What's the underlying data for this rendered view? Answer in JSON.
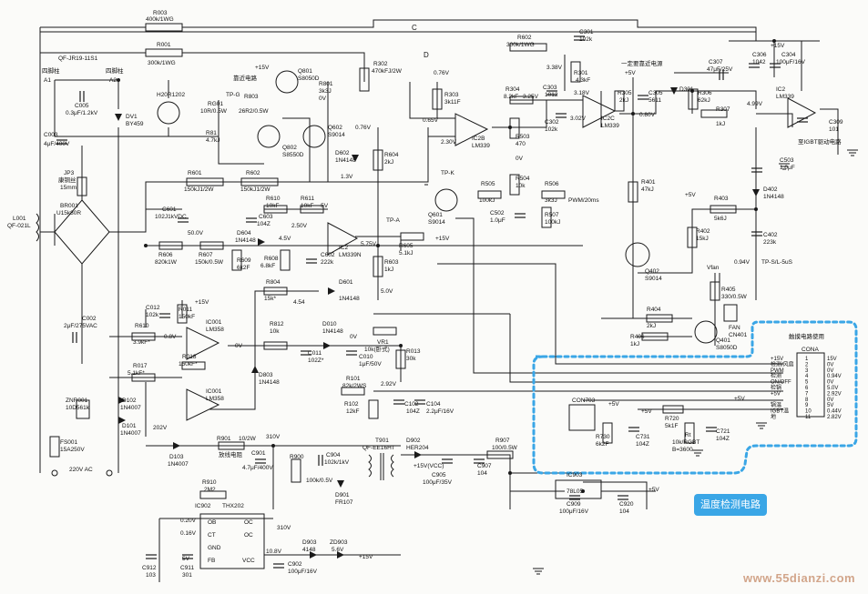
{
  "caption": {
    "temp_detect": "温度检测电路",
    "watermark": "www.55dianzi.com"
  },
  "labels": {
    "r003": "R003",
    "r003v": "400k/1WG",
    "r001": "R001",
    "r001v": "300k/1WG",
    "qf": "QF-JR19-11S1",
    "coil_a1": "A1",
    "coil_a2": "A2",
    "coil_a1c": "四脚柱",
    "coil_a2c": "四脚柱",
    "c005": "C005",
    "c005v": "0.3μF/1.2kV",
    "h20": "H20R1202",
    "dv1": "DV1",
    "dv1v": "BY459",
    "c003": "C003",
    "c003v": "4μF/400V",
    "jp3": "JP3",
    "jp3v": "康铜丝",
    "jp3l": "15mm",
    "l001": "L001",
    "l001v": "QF-021L",
    "br001": "BR001",
    "br001v": "U15k80R",
    "c002": "C002",
    "c002v": "2μF/275VAC",
    "znr": "ZNR001",
    "znrv": "10D561k",
    "fs001": "FS001",
    "fs001v": "15A250V",
    "ac": "220V AC",
    "r801": "R801",
    "r801v": "3k3J",
    "r801o": "0V",
    "q801": "Q801",
    "q801v": "S8050D",
    "q801c": "靠近电路",
    "r803": "R803",
    "r803v": "26R2/0.5W",
    "q802": "Q802",
    "q802v": "S8550D",
    "rg01": "RG01",
    "rg01v": "10R/0.5W",
    "tpg": "TP-G",
    "r81": "R81",
    "r81v": "4.7kJ",
    "q602": "Q602",
    "q602v": "S9014",
    "p15v": "+15V",
    "r302": "R302",
    "r302v": "470kFJ/2W",
    "d": "D",
    "c": "C",
    "r303": "R303",
    "r303v": "3k11F",
    "ic2b": "IC2B",
    "ic2bv": "LM339",
    "v076": "0.76V",
    "v065": "0.65V",
    "v230": "2.30V",
    "r304": "R304",
    "r304v": "8.2kF",
    "v325": "3.25V",
    "c303": "C303",
    "c303v": "1012",
    "r602": "R602",
    "r602v": "300k/1WG",
    "c301": "C301",
    "c301v": "102k",
    "v338": "3.38V",
    "r301": "R301",
    "r301v": "4.3kF",
    "ic2c": "IC2C",
    "ic2cv": "LM339",
    "v318": "3.18V",
    "v302": "3.02V",
    "c302": "C302",
    "c302v": "102k",
    "r503": "R503",
    "r503v": "470",
    "near": "一定要靠近电源",
    "p5v": "+5V",
    "r305": "R305",
    "r305v": "2kJ",
    "c305": "C305",
    "c305v": "5611",
    "d301": "D301",
    "d301v": "1N4148",
    "r306": "R306",
    "r306v": "62kJ",
    "c307": "C307",
    "c307v": "47μF/25V",
    "c306": "C306",
    "c306v": "1042",
    "c304": "C304",
    "c304v": "100μF/16V",
    "ic2": "IC2",
    "ic2v": "LM339",
    "r307": "R307",
    "r307v": "1kJ",
    "v499": "4.99V",
    "v080": "0.80V",
    "c309": "C309",
    "c309v": "101",
    "note_drive": "至IGBT驱动电路",
    "c503": "C503",
    "c503v": "1.0μF",
    "d402": "D402",
    "d402v": "1N4148",
    "r401": "R401",
    "r401v": "47kJ",
    "r403": "R403",
    "r403v": "5k6J",
    "r402": "R402",
    "r402v": "15kJ",
    "c402": "C402",
    "c402v": "223k",
    "q402": "Q402",
    "q402v": "S9014",
    "v094": "0.94V",
    "tps": "TP-S/L-5uS",
    "r405": "R405",
    "r405v": "330/0.5W",
    "vfan": "Vfan",
    "fan": "FAN",
    "cn401": "CN401",
    "r404": "R404",
    "r404v": "2kJ",
    "r406": "R406",
    "r406v": "1kJ",
    "q401": "Q401",
    "q401v": "S8050D",
    "r604": "R604",
    "r604v": "2kJ",
    "d602": "D602",
    "d602v": "1N4148",
    "v13": "1.3V",
    "tpk": "TP-K",
    "q601": "Q601",
    "q601v": "S9014",
    "r505": "R505",
    "r505v": "100kJ",
    "r506": "R506",
    "r506v": "3k3J",
    "pwm": "PWM/20ms",
    "c502": "C502",
    "c502v": "1.0μF",
    "r507": "R507",
    "r507v": "100kJ",
    "r504": "R504",
    "r504v": "10k",
    "r601": "R601",
    "r601v": "150kJ1/2W",
    "r602b": "R602",
    "r602bv": "150kJ1/2W",
    "r610": "R610",
    "r610v": "10kF",
    "r611": "R611",
    "r611v": "10kF",
    "c601": "C601",
    "c601v": "102J1kVDC",
    "c603": "C603",
    "c603v": "104Z",
    "v250": "2.50V",
    "v45": "4.5V",
    "v500": "50.0V",
    "d604": "D604",
    "d604v": "1N4148",
    "r606": "R606",
    "r606v": "820k1W",
    "r607": "R607",
    "r607v": "150k/0.5W",
    "r609": "R609",
    "r609v": "6k2F",
    "r608": "R608",
    "r608v": "6.8kF",
    "c602": "C602",
    "c602v": "222k",
    "ic2a": "IC2",
    "ic2av": "LM339N",
    "v575": "5.75V",
    "tpa": "TP-A",
    "r605": "R605",
    "r605v": "5.1kJ",
    "r603": "R603",
    "r603v": "1kJ",
    "m5v": "-5V",
    "r804": "R804",
    "r804v": "15k*",
    "d601": "D601",
    "d601v": "1N4148",
    "v454": "4.54",
    "v500b": "5.0V",
    "c012": "C012",
    "c012v": "102k",
    "r011": "R011",
    "r011v": "150kF",
    "ic001": "IC001",
    "ic001v": "LM358",
    "r610b": "R610",
    "r610bv": "3.9kF*",
    "v08": "0.8V",
    "v0": "0V",
    "r812": "R812",
    "r812v": "10k",
    "d010": "D010",
    "d010v": "1N4148",
    "c011": "C011",
    "c011v": "102Z*",
    "c010": "C010",
    "c010v": "1μF/50V",
    "vr1": "VR1",
    "vr1v": "10k(卧式)",
    "r013": "R013",
    "r013v": "30k",
    "r017": "R017",
    "r017v": "5.1kF*",
    "r018": "R018",
    "r018v": "150kF*",
    "ic001b": "IC001",
    "ic001bv": "LM358",
    "d803": "D803",
    "d803v": "1N4148",
    "r101": "R101",
    "r101v": "82k/2WS",
    "v292": "2.92V",
    "r102": "R102",
    "r102v": "12kF",
    "c102": "C102",
    "c102v": "104Z",
    "c104": "C104",
    "c104v": "2.2μF/16V",
    "d102": "D102",
    "d102v": "1N4007",
    "d101": "D101",
    "d101v": "1N4007",
    "d103": "D103",
    "d103v": "1N4007",
    "v202": "202V",
    "r901": "R901",
    "r901v": "10/2W",
    "r901c": "放线电阻",
    "c901": "C901",
    "c901v": "4.7μF/400V",
    "v310": "310V",
    "r900": "R900",
    "r900v": "100k/0.5V",
    "c904": "C904",
    "c904v": "102k/1kV",
    "d901": "D901",
    "d901v": "FR107",
    "t901": "T901",
    "t901v": "QF-EE16HT",
    "d902": "D902",
    "d902v": "HER204",
    "vcc": "+15V(VCC)",
    "c905": "C905",
    "c905v": "100μF/35V",
    "r907": "R907",
    "r907v": "100/0.5W",
    "c907": "C907",
    "c907v": "104",
    "r910": "R910",
    "r910v": "2M2",
    "ic902": "IC902",
    "ic902v": "THX202",
    "ob": "OB",
    "ct": "CT",
    "gnd": "GND",
    "fb": "FB",
    "oc1": "OC",
    "oc2": "OC",
    "vccp": "VCC",
    "v020": "0.20V",
    "v016": "0.16V",
    "v5": "5V",
    "v310b": "310V",
    "v108": "10.8V",
    "c912": "C912",
    "c912v": "103",
    "c911": "C911",
    "c911v": "301",
    "d903": "D903",
    "d903v": "4148",
    "zd903": "ZD903",
    "zd903v": "5.6V",
    "c902": "C902",
    "c902v": "100μF/16V",
    "p15vb": "+15V",
    "ic903": "IC903",
    "ic903v": "78L05",
    "c909": "C909",
    "c909v": "100μF/16V",
    "c920": "C920",
    "c920v": "104",
    "p5v2": "+5V",
    "con703": "CON703",
    "r730": "R730",
    "r730v": "6k2F",
    "c731": "C731",
    "c731v": "104Z",
    "r720": "R720",
    "r720v": "5k1F",
    "rt": "Rt",
    "rtv": "10k/RGBT",
    "rtb": "B=3600",
    "c721": "C721",
    "c721v": "104Z",
    "p5v3": "+5V",
    "p5v4": "+5V",
    "ctrl_title": "触摸电路使用",
    "cona": "CONA",
    "pins": [
      "1",
      "2",
      "3",
      "4",
      "5",
      "6",
      "7",
      "8",
      "9",
      "10",
      "11"
    ],
    "pin_names": [
      "+15V",
      "检测/风扇",
      "PWM",
      "检测",
      "ON/OFF",
      "检锅",
      "+5V",
      "",
      "锅温",
      "IGBT温",
      "地"
    ],
    "pin_volts": [
      "15V",
      "0V",
      "0V",
      "0.94V",
      "0V",
      "5.0V",
      "2.92V",
      "0V",
      "5V",
      "0.44V",
      "2.82V"
    ]
  }
}
